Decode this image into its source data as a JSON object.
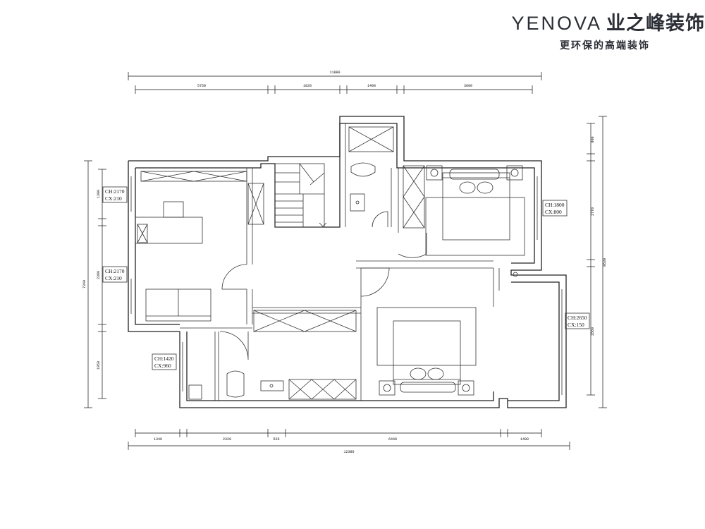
{
  "brand": {
    "name_latin": "YENOVA",
    "name_cn": "业之峰装饰",
    "tagline": "更环保的高端装饰"
  },
  "plan": {
    "top_dims": {
      "overall": "11880",
      "segments": [
        "5750",
        "1820",
        "1400",
        "3600"
      ]
    },
    "bottom_dims": {
      "overall": "12380",
      "segments": [
        "1340",
        "2320",
        "520",
        "6440",
        "1480"
      ]
    },
    "left_dims": {
      "overall": "7340",
      "segments": [
        "1300",
        "2380",
        "1950"
      ]
    },
    "right_dims": {
      "overall": "8630",
      "segments": [
        "800",
        "2770",
        "3560"
      ]
    },
    "window_labels": [
      {
        "ch": "CH:2170",
        "cx": "CX:210"
      },
      {
        "ch": "CH:2170",
        "cx": "CX:210"
      },
      {
        "ch": "CH:1420",
        "cx": "CX:960"
      },
      {
        "ch": "CH:1800",
        "cx": "CX:800"
      },
      {
        "ch": "CH:2650",
        "cx": "CX:150"
      }
    ]
  }
}
